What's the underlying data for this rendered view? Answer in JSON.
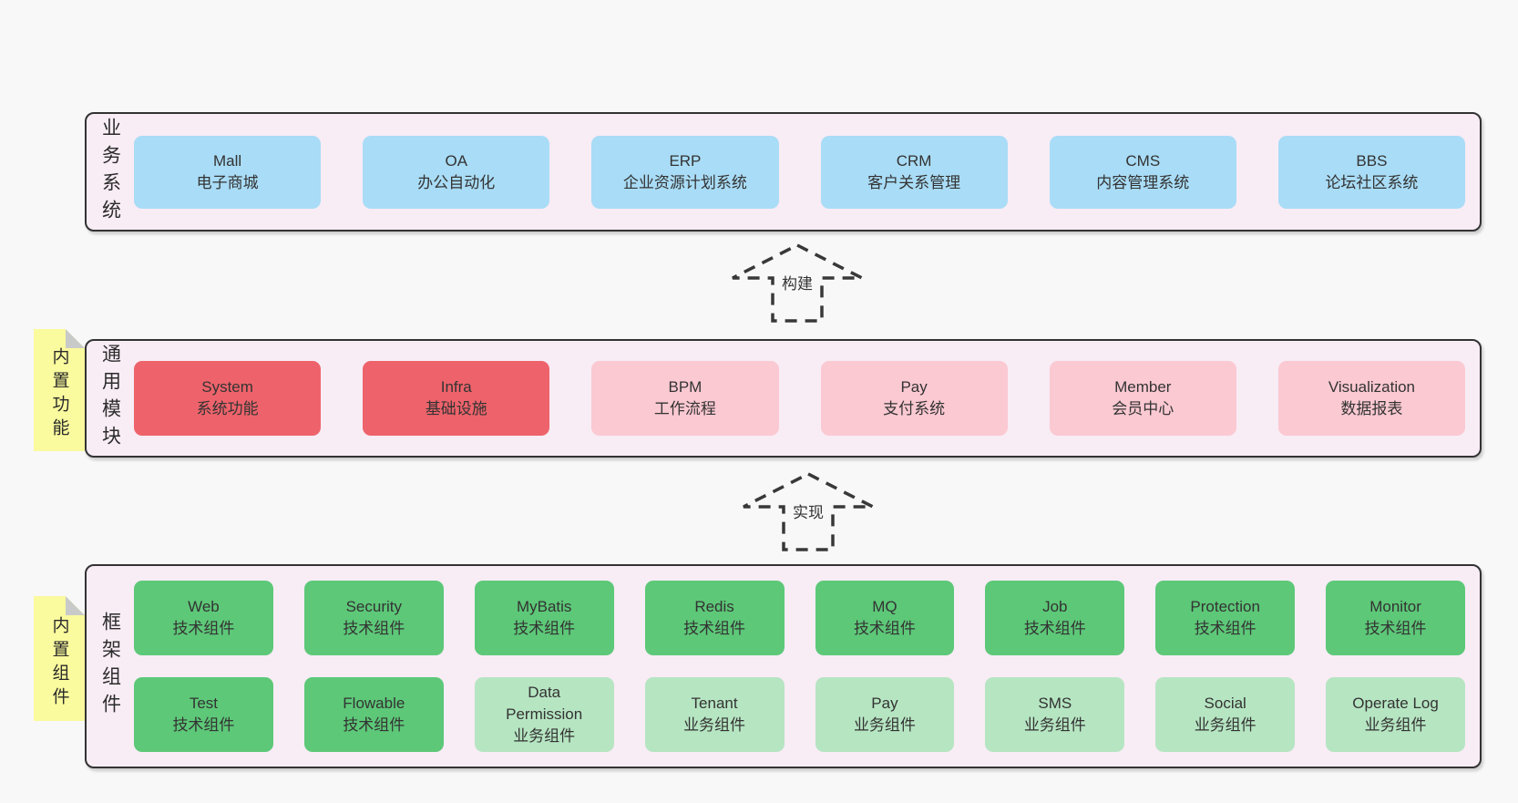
{
  "colors": {
    "page-bg": "#f8f8f8",
    "band-bg": "#f8ecf5",
    "band-border": "#333333",
    "blue": "#a9dcf6",
    "red": "#ee636b",
    "pink": "#fbc9d2",
    "green": "#5dc878",
    "lightgreen": "#b6e5c2",
    "note-bg": "#fafa9e",
    "note-fold": "#c8cac9",
    "text": "#333333",
    "arrow": "#383838"
  },
  "sections": {
    "business": {
      "label": "业务系统",
      "items": [
        {
          "name": "Mall",
          "desc": "电子商城",
          "variant": "blue"
        },
        {
          "name": "OA",
          "desc": "办公自动化",
          "variant": "blue"
        },
        {
          "name": "ERP",
          "desc": "企业资源计划系统",
          "variant": "blue"
        },
        {
          "name": "CRM",
          "desc": "客户关系管理",
          "variant": "blue"
        },
        {
          "name": "CMS",
          "desc": "内容管理系统",
          "variant": "blue"
        },
        {
          "name": "BBS",
          "desc": "论坛社区系统",
          "variant": "blue"
        }
      ]
    },
    "modules": {
      "label": "通用模块",
      "note": "内置功能",
      "items": [
        {
          "name": "System",
          "desc": "系统功能",
          "variant": "red"
        },
        {
          "name": "Infra",
          "desc": "基础设施",
          "variant": "red"
        },
        {
          "name": "BPM",
          "desc": "工作流程",
          "variant": "pink"
        },
        {
          "name": "Pay",
          "desc": "支付系统",
          "variant": "pink"
        },
        {
          "name": "Member",
          "desc": "会员中心",
          "variant": "pink"
        },
        {
          "name": "Visualization",
          "desc": "数据报表",
          "variant": "pink"
        }
      ]
    },
    "framework": {
      "label": "框架组件",
      "note": "内置组件",
      "rows": [
        [
          {
            "name": "Web",
            "desc": "技术组件",
            "variant": "green"
          },
          {
            "name": "Security",
            "desc": "技术组件",
            "variant": "green"
          },
          {
            "name": "MyBatis",
            "desc": "技术组件",
            "variant": "green"
          },
          {
            "name": "Redis",
            "desc": "技术组件",
            "variant": "green"
          },
          {
            "name": "MQ",
            "desc": "技术组件",
            "variant": "green"
          },
          {
            "name": "Job",
            "desc": "技术组件",
            "variant": "green"
          },
          {
            "name": "Protection",
            "desc": "技术组件",
            "variant": "green"
          },
          {
            "name": "Monitor",
            "desc": "技术组件",
            "variant": "green"
          }
        ],
        [
          {
            "name": "Test",
            "desc": "技术组件",
            "variant": "green"
          },
          {
            "name": "Flowable",
            "desc": "技术组件",
            "variant": "green"
          },
          {
            "name": "Data Permission",
            "desc": "业务组件",
            "variant": "lightgreen"
          },
          {
            "name": "Tenant",
            "desc": "业务组件",
            "variant": "lightgreen"
          },
          {
            "name": "Pay",
            "desc": "业务组件",
            "variant": "lightgreen"
          },
          {
            "name": "SMS",
            "desc": "业务组件",
            "variant": "lightgreen"
          },
          {
            "name": "Social",
            "desc": "业务组件",
            "variant": "lightgreen"
          },
          {
            "name": "Operate Log",
            "desc": "业务组件",
            "variant": "lightgreen"
          }
        ]
      ]
    }
  },
  "arrows": {
    "build": {
      "label": "构建"
    },
    "implement": {
      "label": "实现"
    }
  }
}
